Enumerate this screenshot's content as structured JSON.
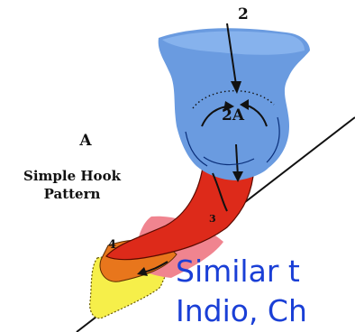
{
  "diagram": {
    "panel_letter": "A",
    "panel_title_line1": "Simple Hook",
    "panel_title_line2": "Pattern",
    "labels": {
      "l2": "2",
      "l2a": "2A",
      "l3": "3",
      "l4": "4"
    }
  },
  "overlay_text": {
    "line1": "Similar t",
    "line2": "Indio, Ch"
  }
}
